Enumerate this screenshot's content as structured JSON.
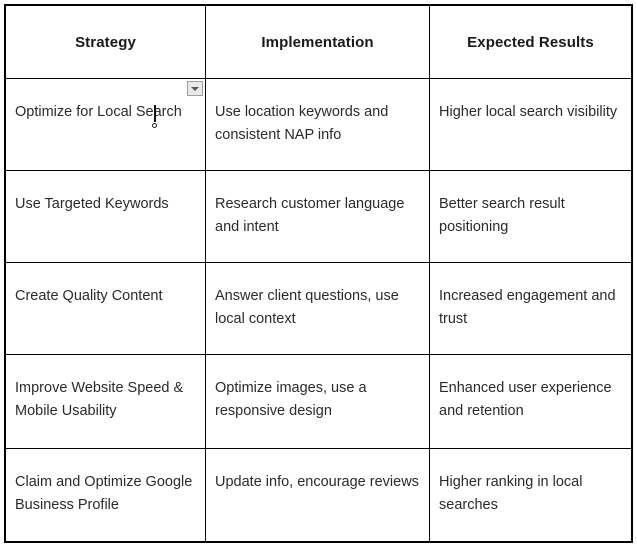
{
  "document": {
    "background_color": "#ffffff",
    "border_color": "#000000",
    "text_color": "#2b2b2b"
  },
  "table": {
    "name": "local-seo-strategy-table",
    "columns": [
      "Strategy",
      "Implementation",
      "Expected Results"
    ],
    "rows": [
      {
        "strategy": "Optimize for Local Search",
        "implementation": "Use location keywords and consistent NAP info",
        "expected_results": "Higher local search visibility"
      },
      {
        "strategy": "Use Targeted Keywords",
        "implementation": "Research customer language and intent",
        "expected_results": "Better search result positioning"
      },
      {
        "strategy": "Create Quality Content",
        "implementation": "Answer client questions, use local context",
        "expected_results": "Increased engagement and trust"
      },
      {
        "strategy": "Improve Website Speed & Mobile Usability",
        "implementation": "Optimize images, use a responsive design",
        "expected_results": "Enhanced user experience and retention"
      },
      {
        "strategy": "Claim and Optimize Google Business Profile",
        "implementation": "Update info, encourage reviews",
        "expected_results": "Higher ranking in local searches"
      }
    ]
  },
  "overlays": {
    "dropdown_button": {
      "icon": "chevron-down-icon",
      "background_color": "#e9e9e9",
      "border_color": "#a0a0a0",
      "glyph_color": "#595959"
    },
    "text_caret": {
      "icon": "text-insertion-caret",
      "color": "#111111",
      "located_in_word": "Search"
    }
  }
}
